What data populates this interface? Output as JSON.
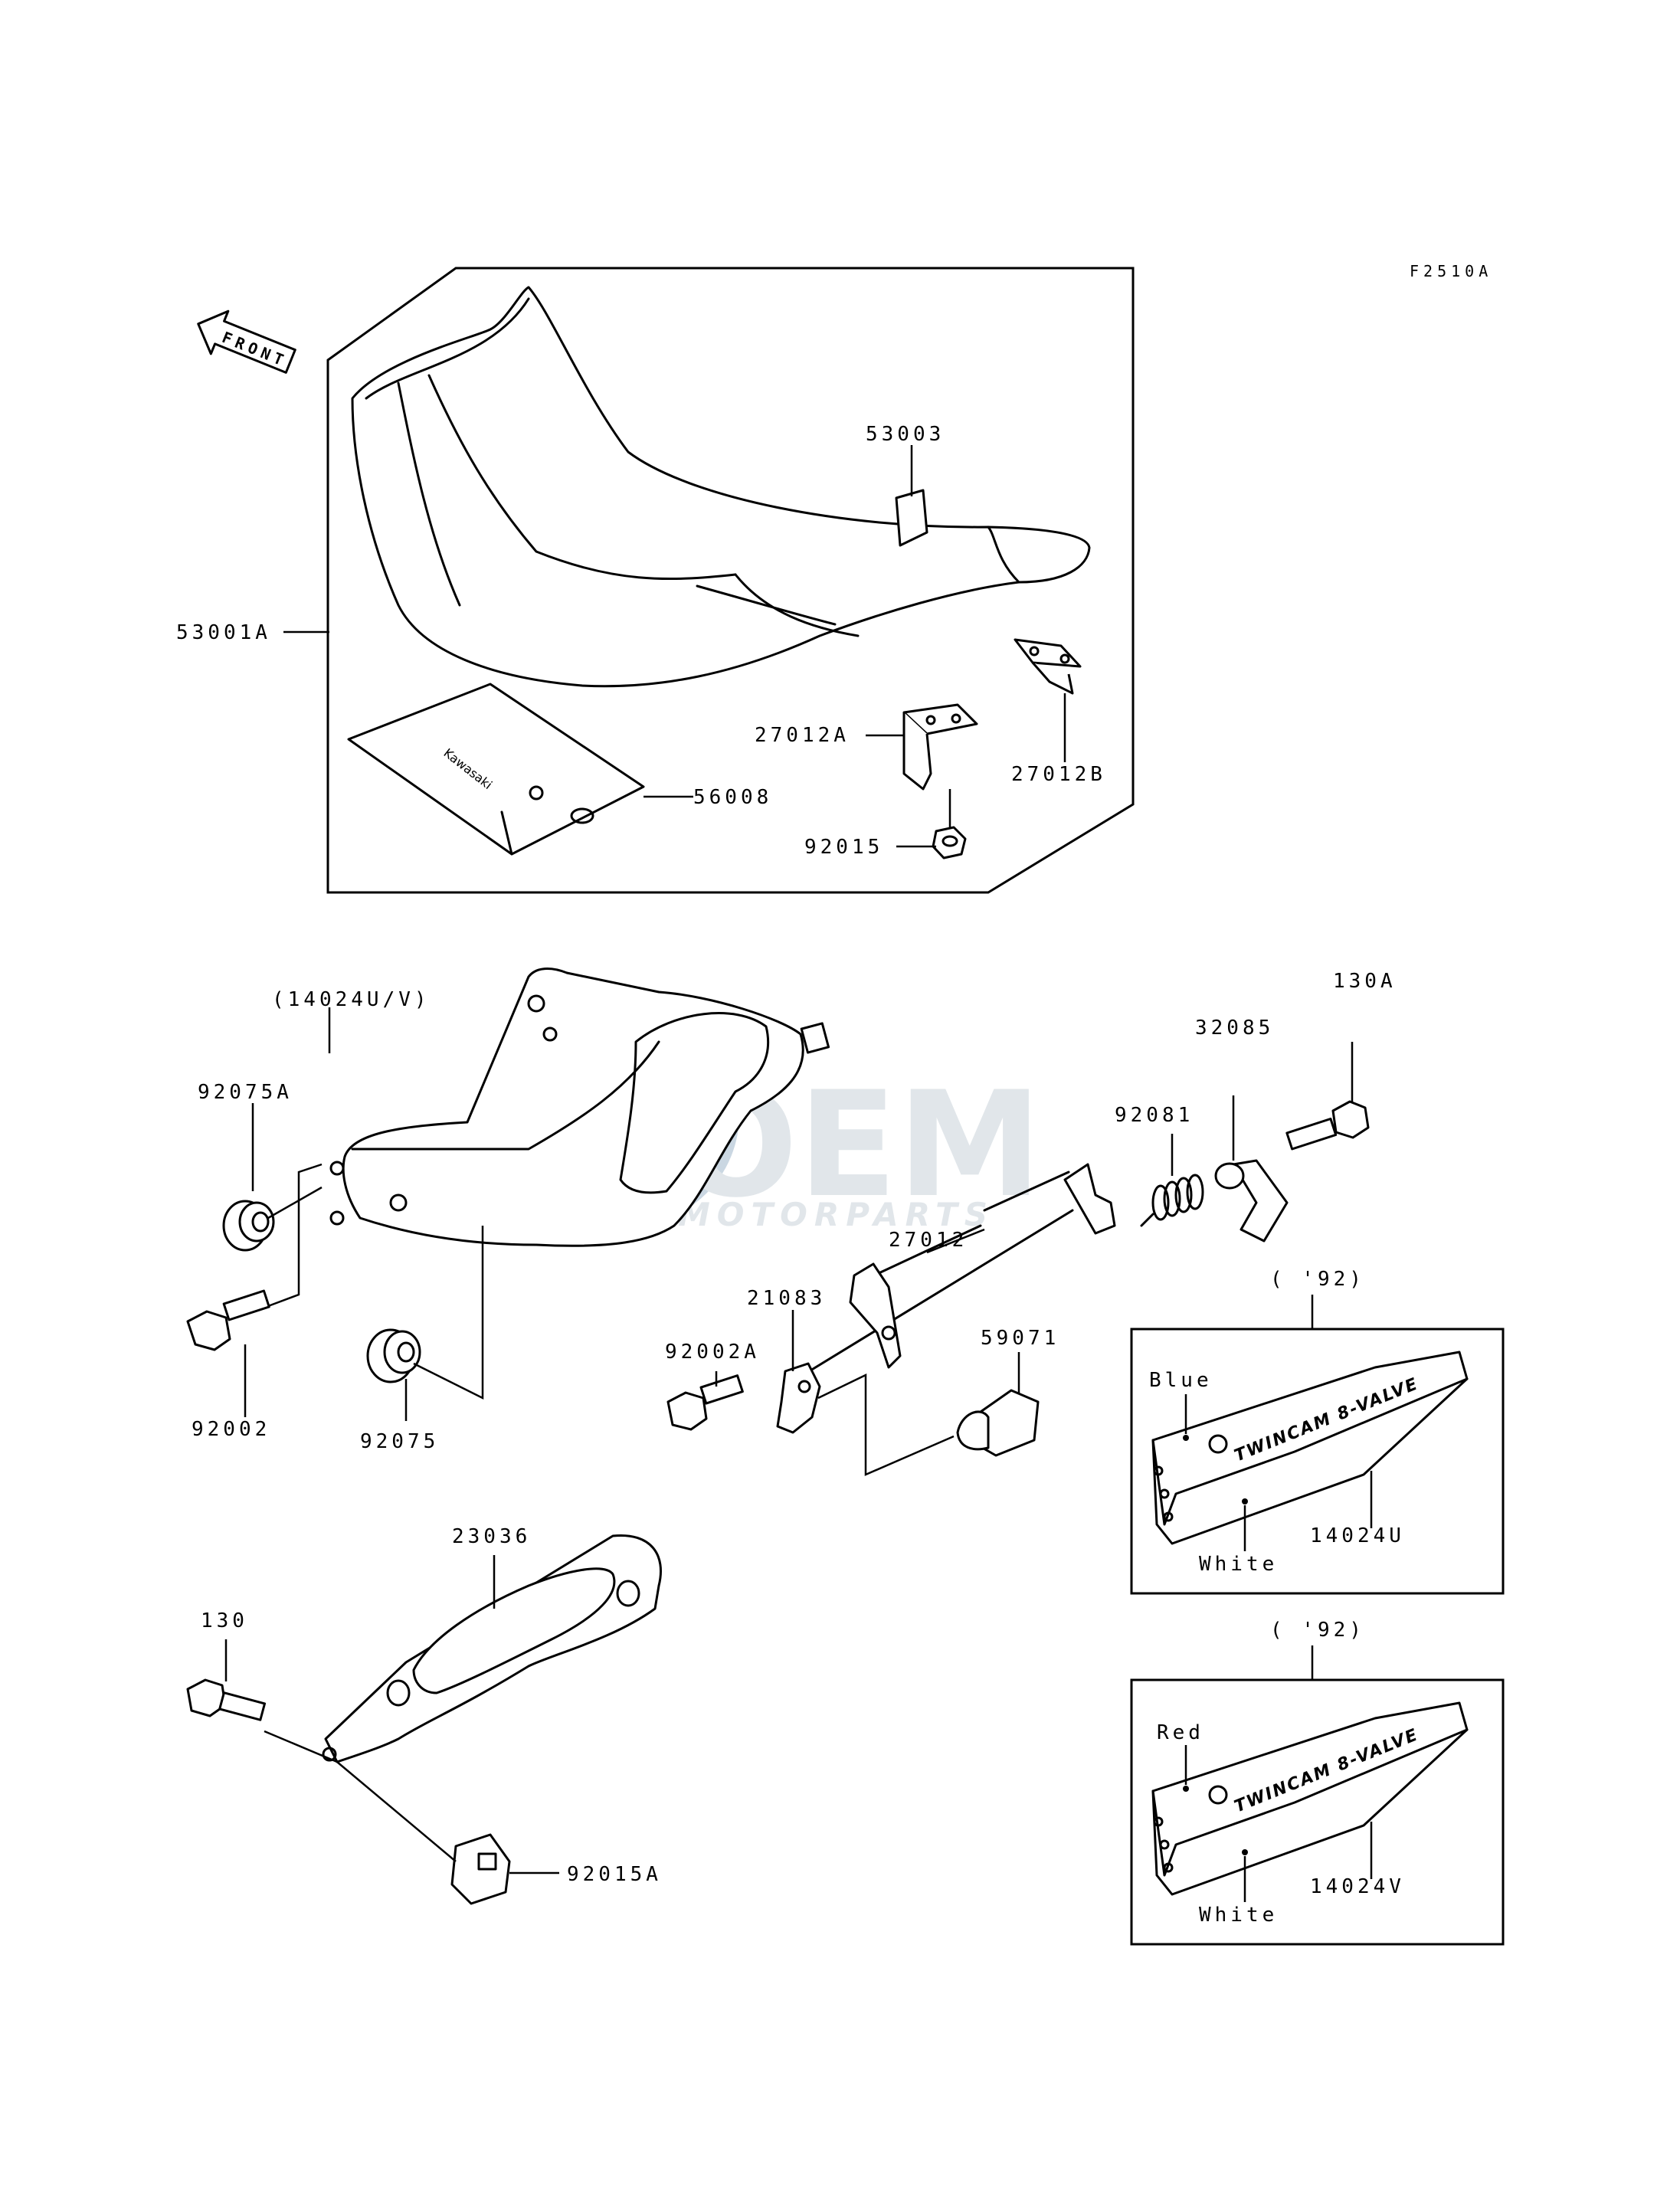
{
  "figure_code": "F2510A",
  "front_label": "FRONT",
  "watermark": {
    "brand": "OEM",
    "sub": "MOTORPARTS"
  },
  "seat_pad_brand": "Kawasaki",
  "decal_text": "TWINCAM 8-VALVE",
  "parts": {
    "p53003": "53003",
    "p53001A": "53001A",
    "p27012A": "27012A",
    "p27012B": "27012B",
    "p56008": "56008",
    "p92015": "92015",
    "p14024UV": "(14024U/V)",
    "p92075A": "92075A",
    "p92002": "92002",
    "p92075": "92075",
    "p130A": "130A",
    "p32085": "32085",
    "p92081": "92081",
    "p27012": "27012",
    "p21083": "21083",
    "p92002A": "92002A",
    "p59071": "59071",
    "p23036": "23036",
    "p130": "130",
    "p92015A": "92015A"
  },
  "inset_u": {
    "year": "( '92)",
    "color_top": "Blue",
    "color_bottom": "White",
    "part": "14024U"
  },
  "inset_v": {
    "year": "( '92)",
    "color_top": "Red",
    "color_bottom": "White",
    "part": "14024V"
  }
}
